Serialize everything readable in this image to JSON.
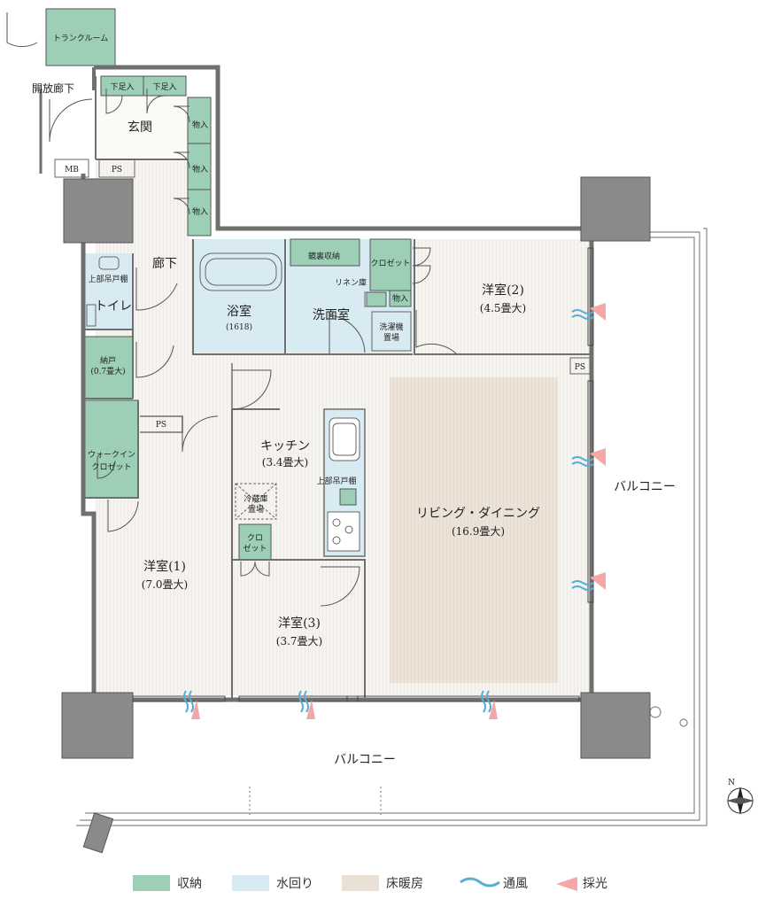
{
  "rooms": {
    "trunk_room": "トランクルーム",
    "open_corridor": "開放廊下",
    "geta_1": "下足入",
    "geta_2": "下足入",
    "genkan": "玄関",
    "mono_1": "物入",
    "mono_2": "物入",
    "mono_3": "物入",
    "mb": "MB",
    "ps_1": "PS",
    "ps_2": "PS",
    "ps_3": "PS",
    "corridor": "廊下",
    "upper_cabinet_toilet": "上部吊戸棚",
    "toilet": "トイレ",
    "nando": "納戸",
    "nando_size": "(0.7畳大)",
    "walkin": "ウォークイン",
    "walkin_2": "クロゼット",
    "bath": "浴室",
    "bath_size": "(1618)",
    "mirror_storage": "鏡裏収納",
    "linen": "リネン庫",
    "senmen": "洗面室",
    "washer": "洗濯機",
    "washer_2": "置場",
    "closet_2": "クロゼット",
    "mono_4": "物入",
    "western_2": "洋室(2)",
    "western_2_size": "(4.5畳大)",
    "kitchen": "キッチン",
    "kitchen_size": "(3.4畳大)",
    "upper_cabinet_kitchen": "上部吊戸棚",
    "fridge": "冷蔵庫",
    "fridge_2": "置場",
    "closet_3a": "クロ",
    "closet_3b": "ゼット",
    "living": "リビング・ダイニング",
    "living_size": "(16.9畳大)",
    "western_1": "洋室(1)",
    "western_1_size": "(7.0畳大)",
    "western_3": "洋室(3)",
    "western_3_size": "(3.7畳大)",
    "balcony_east": "バルコニー",
    "balcony_south": "バルコニー",
    "north": "N"
  },
  "legend": [
    {
      "label": "収納",
      "color": "#9ccfb6"
    },
    {
      "label": "水回り",
      "color": "#d9ebf2"
    },
    {
      "label": "床暖房",
      "color": "#eae1d6"
    },
    {
      "label": "通風",
      "color": "#5aaed6"
    },
    {
      "label": "採光",
      "color": "#f08a8a"
    }
  ],
  "colors": {
    "storage": "#9ccfb6",
    "water": "#d9ebf2",
    "floor_heating": "#eae1d6",
    "wall": "#777777",
    "column": "#8a8a8a"
  }
}
